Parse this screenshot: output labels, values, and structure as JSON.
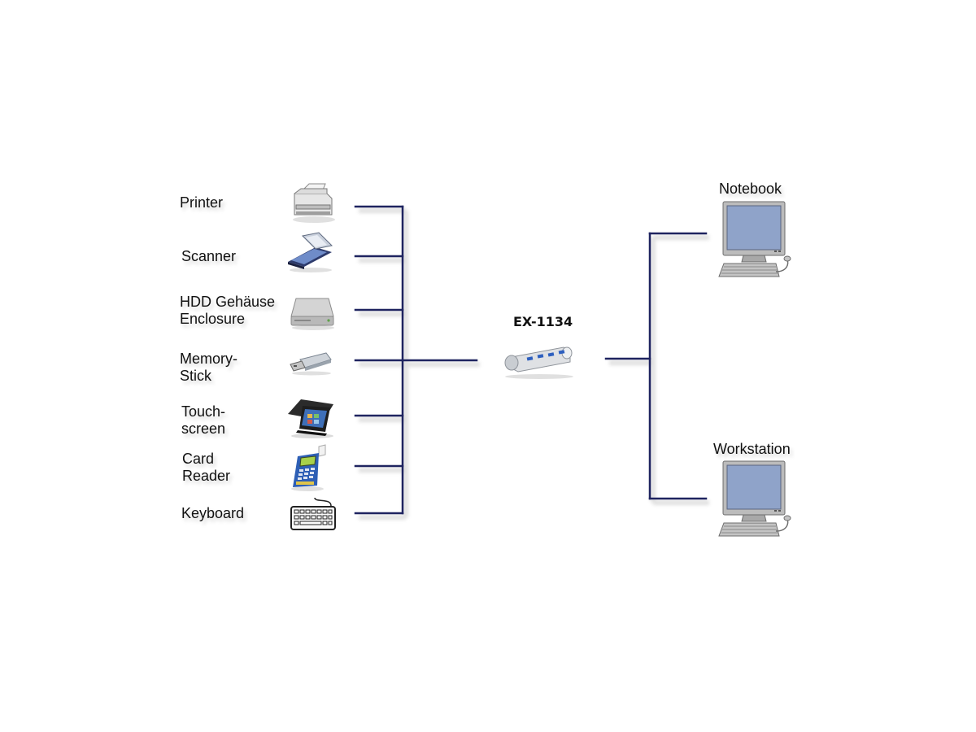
{
  "devices": [
    {
      "label": "Printer",
      "icon": "printer-icon"
    },
    {
      "label": "Scanner",
      "icon": "scanner-icon"
    },
    {
      "label_line1": "HDD Gehäuse",
      "label_line2": "Enclosure",
      "icon": "hdd-enclosure-icon"
    },
    {
      "label_line1": "Memory-",
      "label_line2": "Stick",
      "icon": "usb-stick-icon"
    },
    {
      "label_line1": "Touch-",
      "label_line2": "screen",
      "icon": "touchscreen-icon"
    },
    {
      "label_line1": "Card",
      "label_line2": "Reader",
      "icon": "card-reader-icon"
    },
    {
      "label": "Keyboard",
      "icon": "keyboard-icon"
    }
  ],
  "hub": {
    "label": "EX-1134",
    "icon": "usb-hub-icon"
  },
  "hosts": [
    {
      "label": "Notebook",
      "icon": "computer-icon"
    },
    {
      "label": "Workstation",
      "icon": "computer-icon"
    }
  ],
  "colors": {
    "connector": "#1f2460",
    "screen": "#8fa3c9"
  }
}
